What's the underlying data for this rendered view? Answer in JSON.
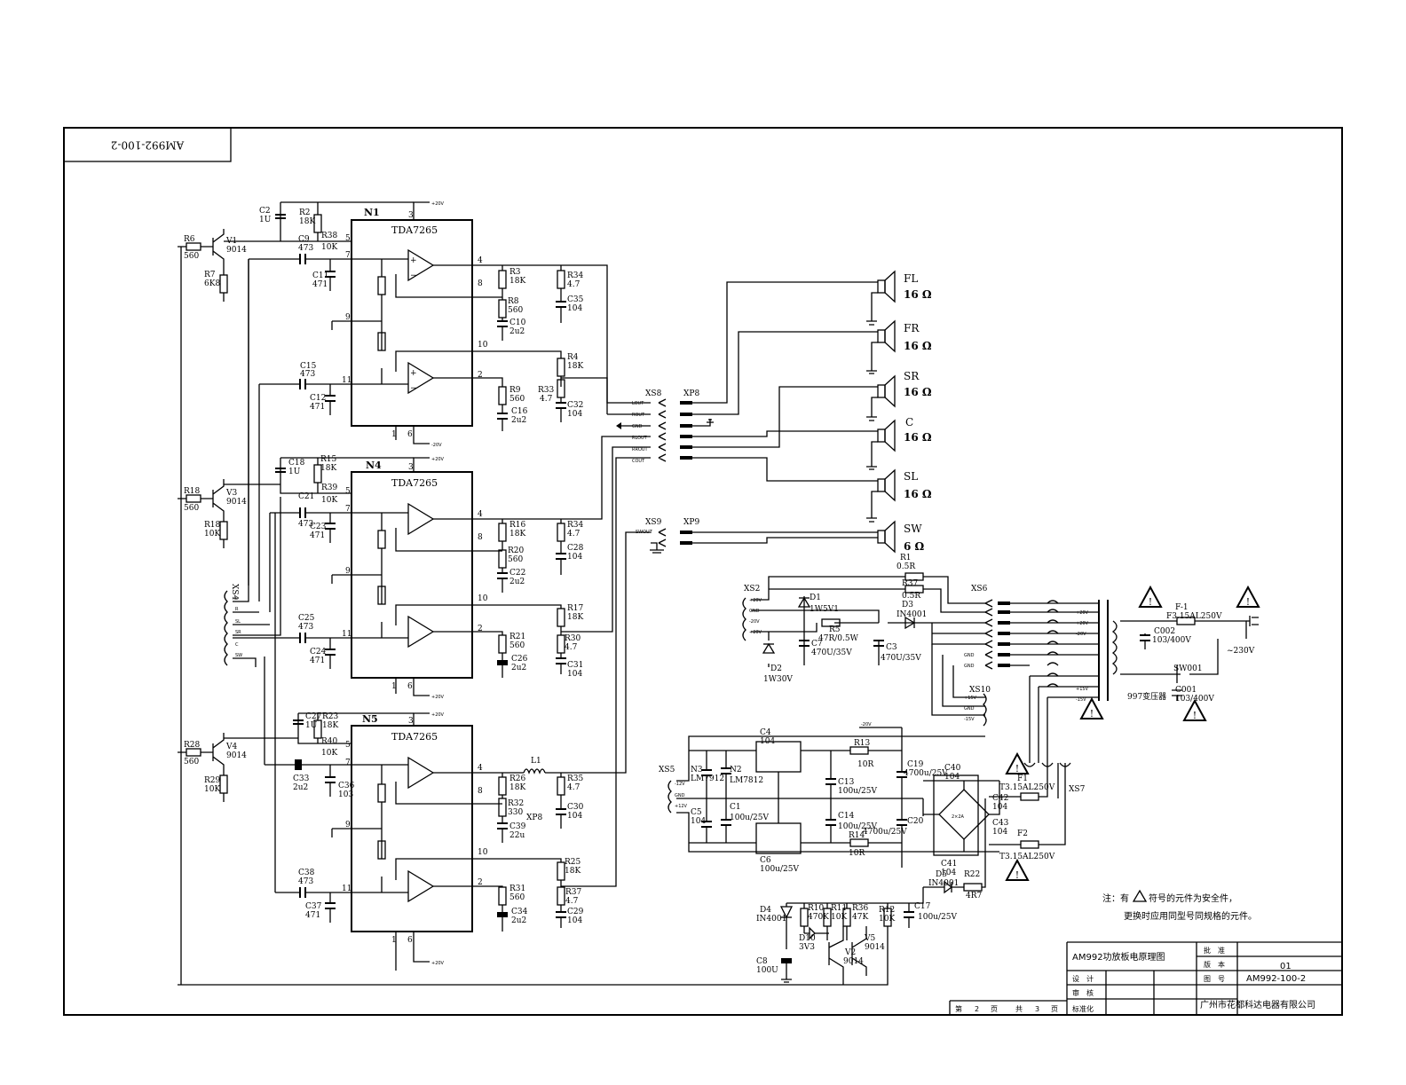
{
  "stamp": "AM992-100-2",
  "chips": [
    {
      "ref": "N1",
      "part": "TDA7265"
    },
    {
      "ref": "N4",
      "part": "TDA7265"
    },
    {
      "ref": "N5",
      "part": "TDA7265"
    }
  ],
  "chip_pins": [
    "3",
    "5",
    "7",
    "4",
    "8",
    "9",
    "10",
    "2",
    "11",
    "1",
    "6"
  ],
  "supply_label": "+20V",
  "neg_supply_label": "-20V",
  "components": [
    {
      "ref": "C2",
      "val": "1U"
    },
    {
      "ref": "R2",
      "val": "18K"
    },
    {
      "ref": "R6",
      "val": "560"
    },
    {
      "ref": "V1",
      "val": "9014"
    },
    {
      "ref": "C9",
      "val": "473"
    },
    {
      "ref": "R38",
      "val": "10K"
    },
    {
      "ref": "R7",
      "val": "6K8"
    },
    {
      "ref": "C11",
      "val": "471"
    },
    {
      "ref": "C15",
      "val": "473"
    },
    {
      "ref": "C12",
      "val": "471"
    },
    {
      "ref": "R3",
      "val": "18K"
    },
    {
      "ref": "R8",
      "val": "560"
    },
    {
      "ref": "C10",
      "val": "2u2"
    },
    {
      "ref": "R34",
      "val": "4.7"
    },
    {
      "ref": "C35",
      "val": "104"
    },
    {
      "ref": "R4",
      "val": "18K"
    },
    {
      "ref": "R9",
      "val": "560"
    },
    {
      "ref": "C16",
      "val": "2u2"
    },
    {
      "ref": "R33",
      "val": "4.7"
    },
    {
      "ref": "C32",
      "val": "104"
    },
    {
      "ref": "C18",
      "val": "1U"
    },
    {
      "ref": "R15",
      "val": "18K"
    },
    {
      "ref": "R18",
      "val": "560"
    },
    {
      "ref": "V3",
      "val": "9014"
    },
    {
      "ref": "C21",
      "val": "473"
    },
    {
      "ref": "R39",
      "val": "10K"
    },
    {
      "ref": "R18",
      "val": "10K"
    },
    {
      "ref": "C23",
      "val": "471"
    },
    {
      "ref": "C25",
      "val": "473"
    },
    {
      "ref": "C24",
      "val": "471"
    },
    {
      "ref": "R16",
      "val": "18K"
    },
    {
      "ref": "R20",
      "val": "560"
    },
    {
      "ref": "C22",
      "val": "2u2"
    },
    {
      "ref": "R34",
      "val": "4.7"
    },
    {
      "ref": "C28",
      "val": "104"
    },
    {
      "ref": "R17",
      "val": "18K"
    },
    {
      "ref": "R21",
      "val": "560"
    },
    {
      "ref": "C26",
      "val": "2u2"
    },
    {
      "ref": "R30",
      "val": "4.7"
    },
    {
      "ref": "C31",
      "val": "104"
    },
    {
      "ref": "C27",
      "val": "1U"
    },
    {
      "ref": "R23",
      "val": "18K"
    },
    {
      "ref": "R28",
      "val": "560"
    },
    {
      "ref": "V4",
      "val": "9014"
    },
    {
      "ref": "R40",
      "val": "10K"
    },
    {
      "ref": "C33",
      "val": "2u2"
    },
    {
      "ref": "C36",
      "val": "103"
    },
    {
      "ref": "R29",
      "val": "10K"
    },
    {
      "ref": "C38",
      "val": "473"
    },
    {
      "ref": "C37",
      "val": "471"
    },
    {
      "ref": "L1",
      "val": ""
    },
    {
      "ref": "R26",
      "val": "18K"
    },
    {
      "ref": "R32",
      "val": "330"
    },
    {
      "ref": "C39",
      "val": "22u"
    },
    {
      "ref": "R35",
      "val": "4.7"
    },
    {
      "ref": "C30",
      "val": "104"
    },
    {
      "ref": "R25",
      "val": "18K"
    },
    {
      "ref": "R31",
      "val": "560"
    },
    {
      "ref": "C34",
      "val": "2u2"
    },
    {
      "ref": "R37",
      "val": "4.7"
    },
    {
      "ref": "C29",
      "val": "104"
    }
  ],
  "connectors": {
    "xs8": "XS8",
    "xp8": "XP8",
    "xs9": "XS9",
    "xp9": "XP9",
    "xs4": "XS4",
    "xp8b": "XP8",
    "xs2": "XS2",
    "xs6": "XS6",
    "xs10": "XS10",
    "xs5": "XS5",
    "xs7": "XS7"
  },
  "xs8_pins": [
    "LOUT",
    "ROUT",
    "GND",
    "RLOUT",
    "RROUT",
    "COUT"
  ],
  "xs9_pins": [
    "SWOUT"
  ],
  "xs4_pins": [
    "L",
    "R",
    "SL",
    "SR",
    "C",
    "SW"
  ],
  "speakers": [
    {
      "name": "FL",
      "imp": "16 Ω"
    },
    {
      "name": "FR",
      "imp": "16 Ω"
    },
    {
      "name": "SR",
      "imp": "16 Ω"
    },
    {
      "name": "C",
      "imp": "16 Ω"
    },
    {
      "name": "SL",
      "imp": "16 Ω"
    },
    {
      "name": "SW",
      "imp": "6 Ω"
    }
  ],
  "power": [
    {
      "ref": "R1",
      "val": "0.5R"
    },
    {
      "ref": "R37",
      "val": "0.5R"
    },
    {
      "ref": "D1",
      "val": "1W5V1"
    },
    {
      "ref": "D3",
      "val": "IN4001"
    },
    {
      "ref": "R5",
      "val": "47R/0.5W"
    },
    {
      "ref": "C7",
      "val": "470U/35V"
    },
    {
      "ref": "C3",
      "val": "470U/35V"
    },
    {
      "ref": "D2",
      "val": "1W30V"
    },
    {
      "ref": "F-1",
      "val": "F3.15AL250V"
    },
    {
      "ref": "C002",
      "val": "103/400V"
    },
    {
      "ref": "SW001",
      "val": ""
    },
    {
      "ref": "C001",
      "val": "103/400V"
    },
    {
      "ref": "N3",
      "val": "LM7912"
    },
    {
      "ref": "N2",
      "val": "LM7812"
    },
    {
      "ref": "C5",
      "val": "104"
    },
    {
      "ref": "C1",
      "val": "100u/25V"
    },
    {
      "ref": "C4",
      "val": "104"
    },
    {
      "ref": "C6",
      "val": "100u/25V"
    },
    {
      "ref": "R13",
      "val": "10R"
    },
    {
      "ref": "C13",
      "val": "100u/25V"
    },
    {
      "ref": "C14",
      "val": "100u/25V"
    },
    {
      "ref": "R14",
      "val": "10R"
    },
    {
      "ref": "C19",
      "val": "4700u/25V"
    },
    {
      "ref": "C20",
      "val": "4700u/25V"
    },
    {
      "ref": "C40",
      "val": "104"
    },
    {
      "ref": "C41",
      "val": "104"
    },
    {
      "ref": "C42",
      "val": "104"
    },
    {
      "ref": "C43",
      "val": "104"
    },
    {
      "ref": "F1",
      "val": "T3.15AL250V"
    },
    {
      "ref": "F2",
      "val": "T3.15AL250V"
    },
    {
      "ref": "D5",
      "val": "IN4001"
    },
    {
      "ref": "R22",
      "val": "4R7"
    },
    {
      "ref": "D4",
      "val": "IN4001"
    },
    {
      "ref": "R10",
      "val": "470K"
    },
    {
      "ref": "R11",
      "val": "10K"
    },
    {
      "ref": "R36",
      "val": "47K"
    },
    {
      "ref": "R12",
      "val": "10K"
    },
    {
      "ref": "C17",
      "val": "100u/25V"
    },
    {
      "ref": "D10",
      "val": "3V3"
    },
    {
      "ref": "V2",
      "val": "9014"
    },
    {
      "ref": "V5",
      "val": "9014"
    },
    {
      "ref": "C8",
      "val": "100U"
    }
  ],
  "mains": "~230V",
  "transformer": "997变压器",
  "bridge": "2×2A",
  "xs2_pins": [
    "+20V",
    "GND",
    "-20V",
    "+20V"
  ],
  "xs6_pins": [
    "+20V",
    "+20V",
    "-20V",
    "GND",
    "GND",
    "GND",
    "GND",
    "+15V",
    "-15V"
  ],
  "xs5_pins": [
    "-12V",
    "GND",
    "+12V"
  ],
  "note": [
    "注：有",
    "符号的元件为安全件，",
    "更换时应用同型号同规格的元件。"
  ],
  "title_block": {
    "title": "AM992功放板电原理图",
    "approve": "批　准",
    "version_label": "版　本",
    "version": "01",
    "design": "设　计",
    "drawing_no_label": "图　号",
    "drawing_no": "AM992-100-2",
    "review": "审　核",
    "standard": "标准化",
    "company": "广州市花都科达电器有限公司",
    "page": [
      "第",
      "2",
      "页",
      "共",
      "3",
      "页"
    ]
  }
}
